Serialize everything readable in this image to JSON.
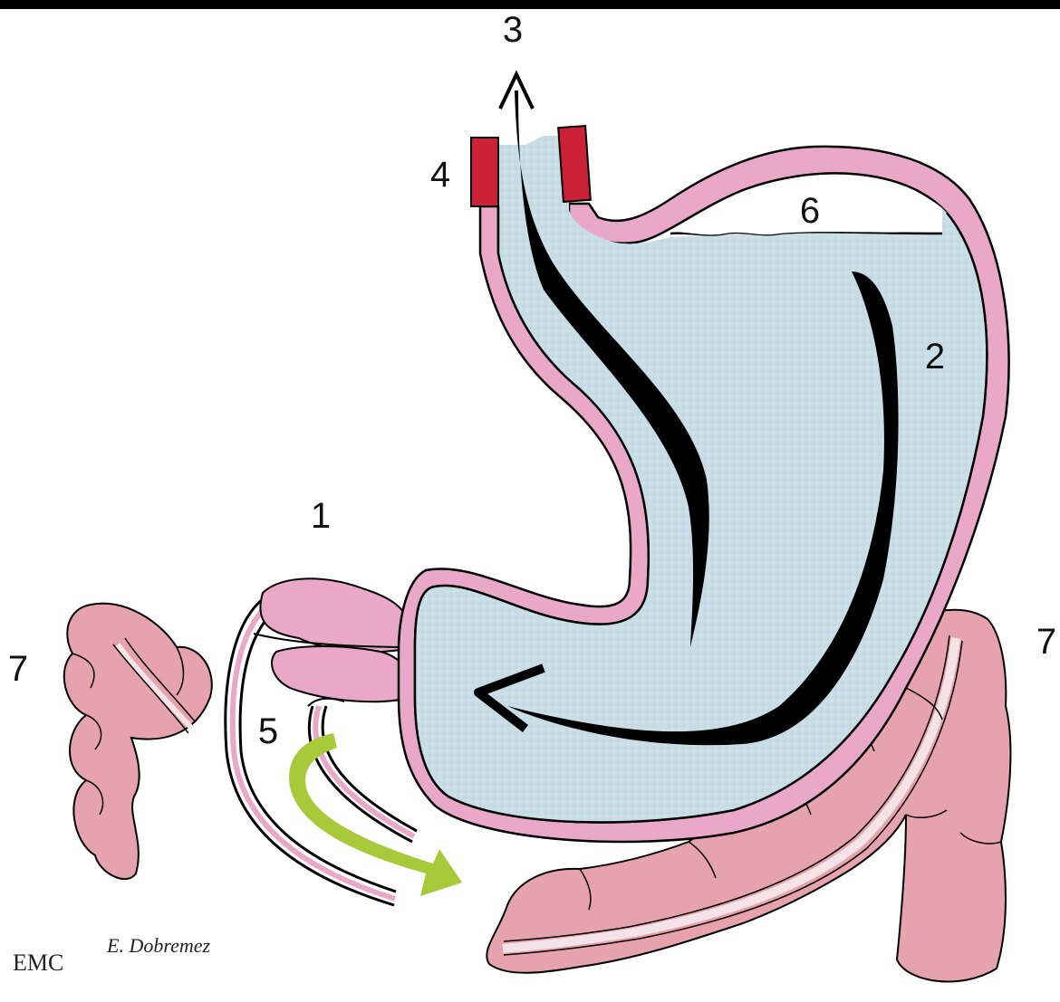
{
  "labels": {
    "l1": "1",
    "l2": "2",
    "l3": "3",
    "l4": "4",
    "l5": "5",
    "l6": "6",
    "l7_left": "7",
    "l7_right": "7"
  },
  "credit": {
    "author": "E. Dobremez",
    "logo": "EMC"
  },
  "colors": {
    "wall": "#e9a8c8",
    "lumen": "#c9dde6",
    "intestine": "#e6a3ad",
    "sphincter": "#cc2037",
    "flow_arrow": "#000000",
    "green_arrow": "#a8c93a"
  }
}
